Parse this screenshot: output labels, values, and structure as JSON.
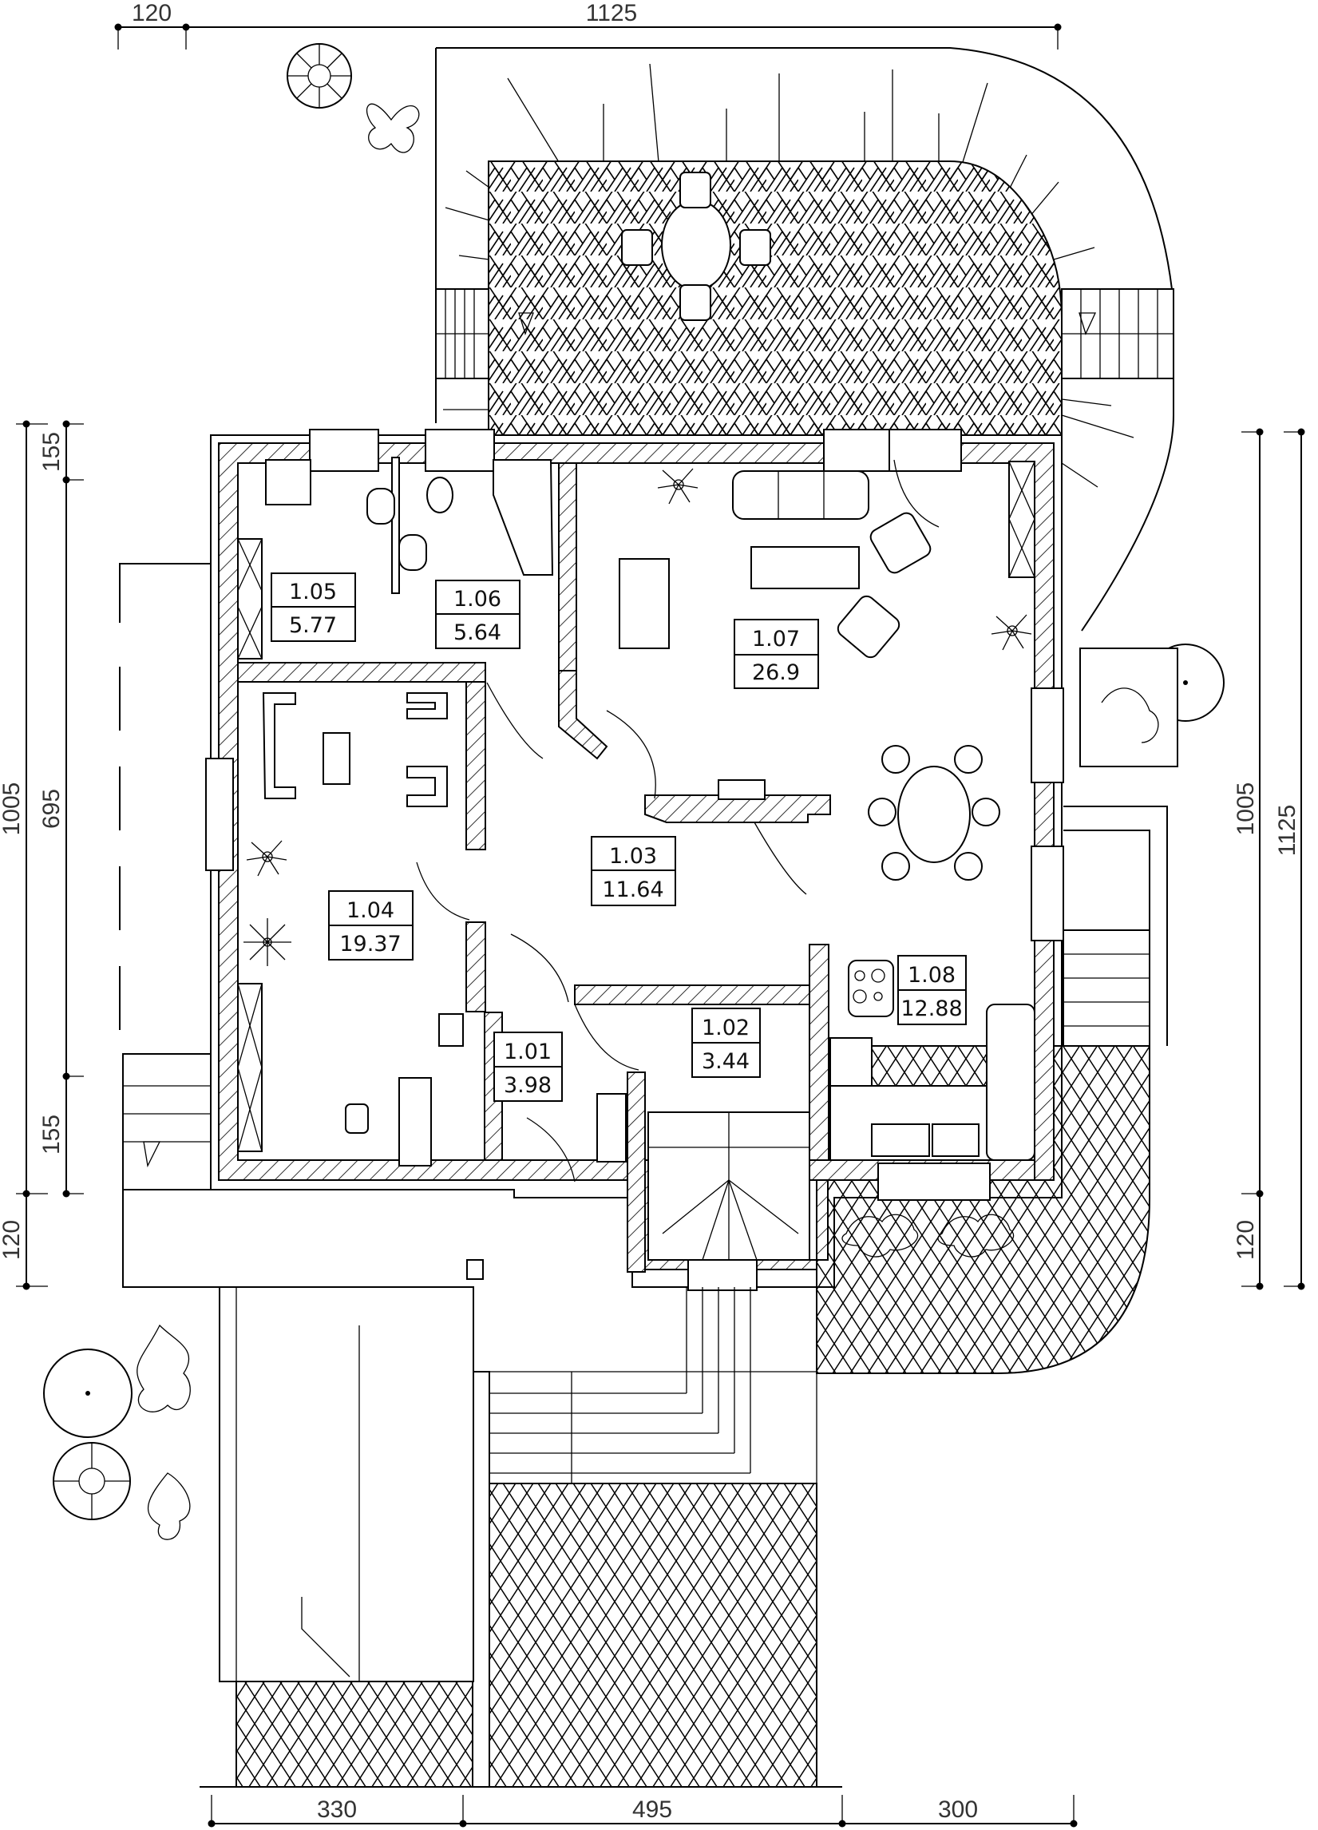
{
  "drawing": {
    "type": "architectural floor plan",
    "units": "cm",
    "areas_unit": "m²"
  },
  "dimensions": {
    "top": [
      {
        "label": "120"
      },
      {
        "label": "1125"
      }
    ],
    "bottom": [
      {
        "label": "330"
      },
      {
        "label": "495"
      },
      {
        "label": "300"
      }
    ],
    "left_outer": [
      {
        "label": "1005"
      },
      {
        "label": "120"
      }
    ],
    "left_inner": [
      {
        "label": "155"
      },
      {
        "label": "695"
      },
      {
        "label": "155"
      }
    ],
    "right_inner": [
      {
        "label": "1005"
      },
      {
        "label": "120"
      }
    ],
    "right_outer": [
      {
        "label": "1125"
      }
    ]
  },
  "rooms": [
    {
      "number": "1.01",
      "area": "3.98"
    },
    {
      "number": "1.02",
      "area": "3.44"
    },
    {
      "number": "1.03",
      "area": "11.64"
    },
    {
      "number": "1.04",
      "area": "19.37"
    },
    {
      "number": "1.05",
      "area": "5.77"
    },
    {
      "number": "1.06",
      "area": "5.64"
    },
    {
      "number": "1.07",
      "area": "26.9"
    },
    {
      "number": "1.08",
      "area": "12.88"
    }
  ],
  "hatch_patterns": {
    "walls": "diagonal",
    "terrace": "herringbone",
    "paving": "crosshatch"
  }
}
